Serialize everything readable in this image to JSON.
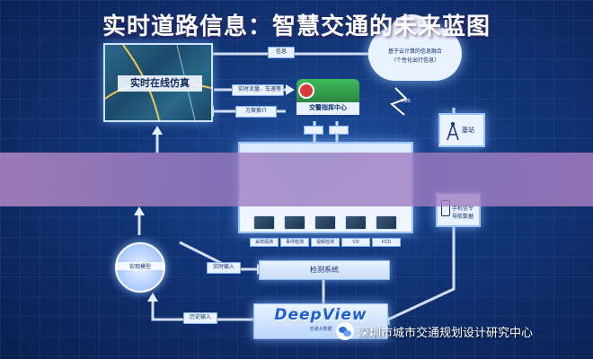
{
  "banner": {
    "title": "实时道路信息：智慧交通的未来蓝图"
  },
  "diagram": {
    "sim_panel": "实时在线仿真",
    "top_tag": "信息",
    "realtime_tag": "实时流量、车速等",
    "strategy_tag": "方案推介",
    "command_center": "交警指挥中心",
    "cloud_line1": "基于云计算的信息融合",
    "cloud_line2": "（个性化出行信息）",
    "wireless_tag": "VMS",
    "base_station": "基站",
    "phone_line1": "手机信令",
    "phone_line2": "导航数据",
    "macro_model": "宏观模型",
    "realtime_input": "实时输入",
    "history_input": "历史输入",
    "detection_system": "检测系统",
    "deepview_logo": "DeepView",
    "deepview_sub": "交通大数据",
    "sensors": [
      "采样探测",
      "事件检测",
      "视频检测",
      "V2I",
      "FCD"
    ]
  },
  "watermark": {
    "text": "深圳市城市交通规划设计研究中心"
  },
  "colors": {
    "background": "#123476",
    "banner": "#a98cc4",
    "line": "#e8f1ff"
  }
}
